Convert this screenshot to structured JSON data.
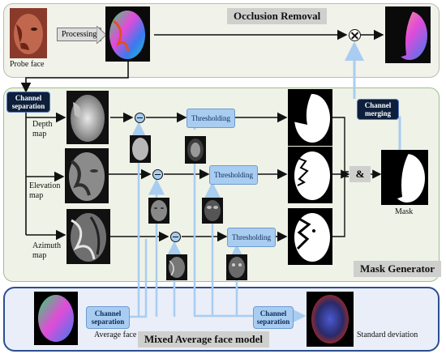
{
  "colors": {
    "arrow_blue": "#a9cdf0",
    "dark_box": "#0d1f3a",
    "panel_top": "#f1f2ea",
    "panel_mask": "#eef2e7",
    "panel_avg": "#e9eef9"
  },
  "labels": {
    "probe_face": "Probe face",
    "processing": "Processing",
    "occlusion_removal": "Occlusion Removal",
    "channel_separation_top": "Channel separation",
    "channel_merging": "Channel merging",
    "depth_map": "Depth map",
    "elevation_map": "Elevation map",
    "azimuth_map": "Azimuth map",
    "thresholding": "Thresholding",
    "amp": "&",
    "mask": "Mask",
    "mask_generator": "Mask Generator",
    "channel_separation_avg": "Channel separation",
    "channel_separation_std": "Channel separation",
    "average_face": "Average face",
    "mixed_average_face_model": "Mixed Average face model",
    "standard_deviation": "Standard deviation"
  }
}
